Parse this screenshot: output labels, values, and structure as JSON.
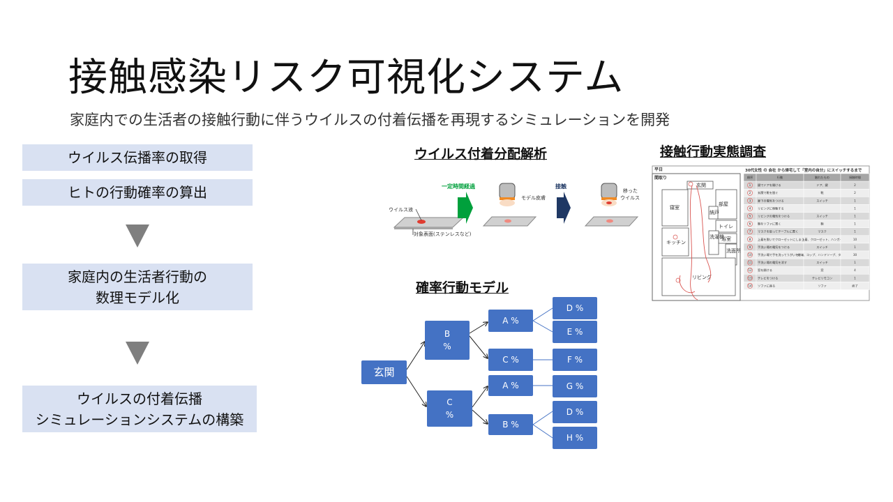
{
  "title": "接触感染リスク可視化システム",
  "subtitle": "家庭内での生活者の接触行動に伴うウイルスの付着伝播を再現するシミュレーションを開発",
  "steps": {
    "s1": "ウイルス伝播率の取得",
    "s2": "ヒトの行動確率の算出",
    "s3a": "家庭内の生活者行動の",
    "s3b": "数理モデル化",
    "s4a": "ウイルスの付着伝播",
    "s4b": "シミュレーションシステムの構築"
  },
  "virus_analysis": {
    "title": "ウイルス付着分配解析",
    "label_time": "一定時間経過",
    "label_contact": "接触",
    "virus_liquid": "ウイルス液",
    "target_surface": "対象表面(ステンレスなど)",
    "model_skin": "モデル皮膚",
    "moved_virus_a": "移った",
    "moved_virus_b": "ウイルス"
  },
  "survey": {
    "title": "接触行動実態調査",
    "sheet_label": "平日",
    "plan_label": "間取り",
    "table_title": "30代女性 の 会社 から帰宅して「室内の自分」にスイッチするまで",
    "rooms": {
      "entrance": "玄関",
      "bedroom": "寝室",
      "room": "部屋",
      "storage": "納戸",
      "toilet": "トイレ",
      "bath": "浴室",
      "kitchen": "キッチン",
      "laundry": "洗濯機",
      "washroom": "洗面所",
      "living": "リビング"
    },
    "columns": [
      "順序",
      "行動",
      "触れたもの",
      "接触時間"
    ],
    "rows": [
      {
        "no": "1",
        "action": "鍵でドアを開ける",
        "object": "ドア、鍵",
        "time": "2"
      },
      {
        "no": "2",
        "action": "玄関で靴を脱ぐ",
        "object": "靴",
        "time": "2"
      },
      {
        "no": "3",
        "action": "廊下の電気をつける",
        "object": "スイッチ",
        "time": "1"
      },
      {
        "no": "4",
        "action": "リビングに移動する",
        "object": "",
        "time": "1"
      },
      {
        "no": "5",
        "action": "リビングの電気をつける",
        "object": "スイッチ",
        "time": "1"
      },
      {
        "no": "6",
        "action": "鞄をソファに置く",
        "object": "鞄",
        "time": "1"
      },
      {
        "no": "7",
        "action": "マスクを取ってテーブルに置く",
        "object": "マスク",
        "time": "1"
      },
      {
        "no": "8",
        "action": "上着を脱いでクローゼットにしまう",
        "object": "上着、クローゼット、ハンガー",
        "time": "10"
      },
      {
        "no": "9",
        "action": "手洗い場の電気をつける",
        "object": "スイッチ",
        "time": "1"
      },
      {
        "no": "10",
        "action": "手洗い場で手を洗ってうがいをする",
        "object": "蛇口、コップ、ハンドソープ、タオル",
        "time": "30"
      },
      {
        "no": "11",
        "action": "手洗い場の電気を消す",
        "object": "スイッチ",
        "time": "1"
      },
      {
        "no": "12",
        "action": "窓を開ける",
        "object": "窓",
        "time": "4"
      },
      {
        "no": "13",
        "action": "テレビをつける",
        "object": "テレビリモコン",
        "time": "1"
      },
      {
        "no": "14",
        "action": "ソファに座る",
        "object": "ソファ",
        "time": "終了"
      }
    ]
  },
  "prob_model": {
    "title": "確率行動モデル",
    "root": "玄関",
    "n_b1": "B",
    "n_b2": "%",
    "n_c1": "C",
    "n_c2": "%",
    "n_a_top": "A %",
    "n_c_top": "C %",
    "n_a_bot": "A %",
    "n_b_bot": "B %",
    "l_d1": "D %",
    "l_e": "E %",
    "l_f": "F %",
    "l_g": "G %",
    "l_d2": "D %",
    "l_h": "H %"
  },
  "colors": {
    "step_bg": "#d9e1f2",
    "node": "#4472c4",
    "green_arrow": "#00a03c",
    "navy_arrow": "#1f3864",
    "down_arrow": "#7f7f7f"
  }
}
